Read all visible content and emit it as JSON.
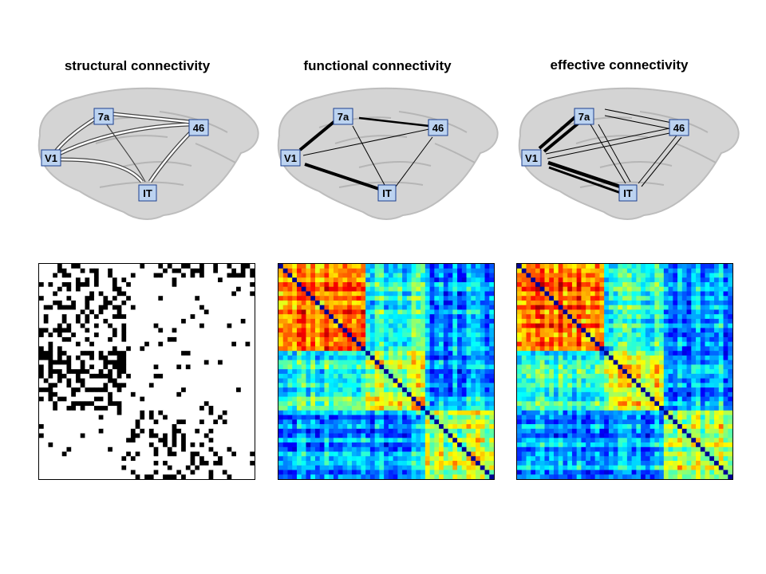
{
  "panels": [
    {
      "title": "structural connectivity"
    },
    {
      "title": "functional connectivity"
    },
    {
      "title": "effective connectivity"
    }
  ],
  "nodes": {
    "v1": "V1",
    "7a": "7a",
    "46": "46",
    "it": "IT"
  },
  "colors": {
    "node_fill": "#bcd3f0",
    "node_stroke": "#1b3f8f",
    "brain_fill": "#d4d4d4",
    "brain_shade": "#bdbdbd",
    "arrow": "#000000",
    "structural_on": "#000000",
    "structural_off": "#ffffff",
    "colormap": "jet"
  },
  "icons": {
    "brain": "brain-icon"
  }
}
